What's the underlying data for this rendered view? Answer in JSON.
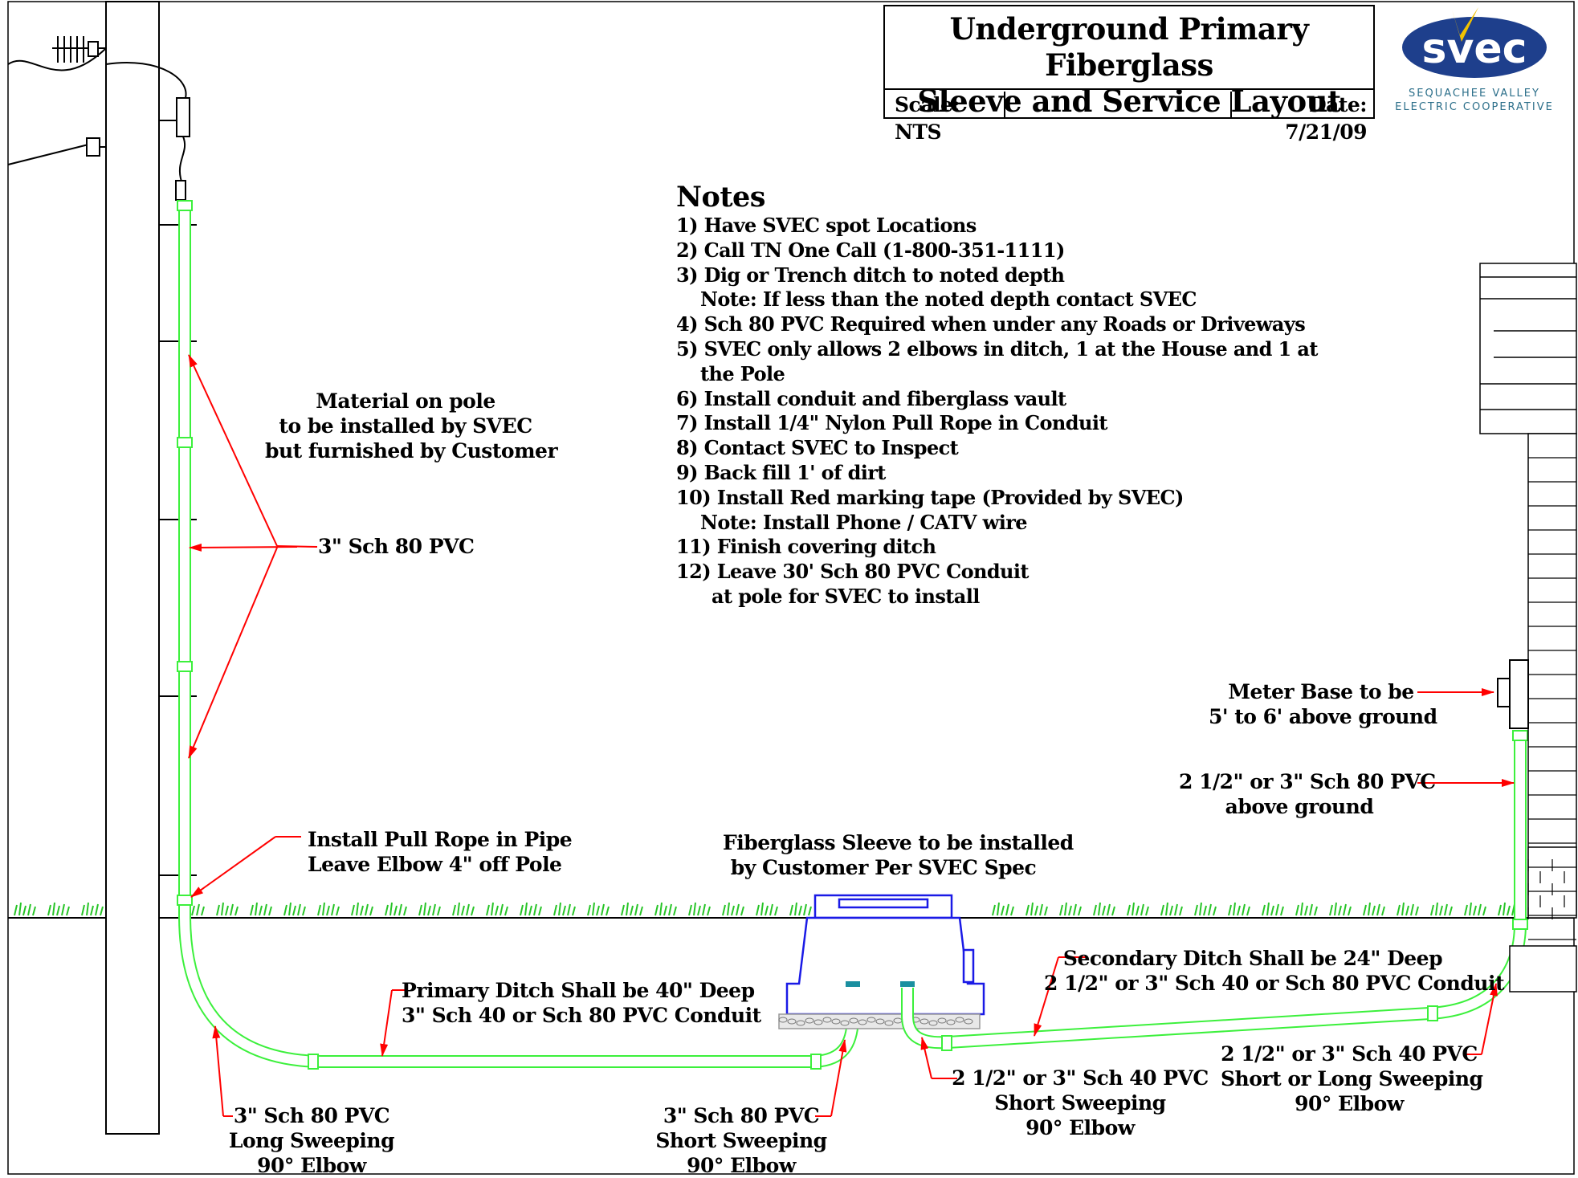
{
  "title_block": {
    "title_line1": "Underground Primary Fiberglass",
    "title_line2": "Sleeve and Service Layout",
    "scale": "Scale: NTS",
    "date": "Date: 7/21/09"
  },
  "logo": {
    "mark": "svec",
    "line1": "SEQUACHEE VALLEY",
    "line2": "ELECTRIC COOPERATIVE",
    "colors": {
      "navy": "#1e3f8c",
      "gold": "#f2c200",
      "teal": "#2c6f8a"
    }
  },
  "notes": {
    "heading": "Notes",
    "items": [
      "1) Have SVEC spot Locations",
      "2) Call TN One Call (1-800-351-1111)",
      "3) Dig or Trench ditch to noted depth",
      "Note: If less than the noted depth contact SVEC",
      "4) Sch 80 PVC Required when under any Roads or Driveways",
      "5) SVEC only allows 2 elbows in ditch, 1 at the House and 1 at",
      "the Pole",
      "6) Install conduit and fiberglass vault",
      "7) Install  1/4\" Nylon Pull Rope in Conduit",
      "8) Contact SVEC to Inspect",
      "9) Back fill 1' of dirt",
      "10) Install Red marking  tape (Provided by SVEC)",
      "Note: Install Phone / CATV wire",
      "11) Finish covering ditch",
      "12) Leave 30' Sch 80 PVC Conduit",
      "at pole for SVEC to install"
    ]
  },
  "labels": {
    "material_on_pole": [
      "Material on pole",
      "to be installed by SVEC",
      "but furnished by Customer"
    ],
    "pole_pvc": "3\" Sch 80 PVC",
    "pull_rope": [
      "Install Pull Rope in Pipe",
      "Leave Elbow 4\" off Pole"
    ],
    "fiberglass_sleeve": [
      "Fiberglass Sleeve to be installed",
      "by Customer Per SVEC Spec"
    ],
    "meter_base": [
      "Meter Base to be",
      "5' to 6' above ground"
    ],
    "house_pvc": [
      "2 1/2\" or 3\" Sch 80 PVC",
      "above ground"
    ],
    "primary_ditch": [
      "Primary Ditch Shall be 40\" Deep",
      "3\" Sch 40 or Sch 80 PVC Conduit"
    ],
    "secondary_ditch": [
      "Secondary Ditch Shall be 24\" Deep",
      "2 1/2\" or 3\" Sch 40 or Sch 80 PVC Conduit"
    ],
    "pole_elbow": [
      "3\" Sch 80 PVC",
      "Long Sweeping",
      "90° Elbow"
    ],
    "vault_primary_elbow": [
      "3\" Sch 80 PVC",
      "Short Sweeping",
      "90° Elbow"
    ],
    "vault_secondary_elbow": [
      "2 1/2\" or 3\" Sch 40 PVC",
      "Short Sweeping",
      "90° Elbow"
    ],
    "house_elbow": [
      "2 1/2\" or 3\" Sch 40 PVC",
      "Short or Long Sweeping",
      "90° Elbow"
    ]
  },
  "colors": {
    "conduit": "#3cf03c",
    "arrows": "#ff0000",
    "vault": "#1a1ae6",
    "grass": "#27c427"
  }
}
